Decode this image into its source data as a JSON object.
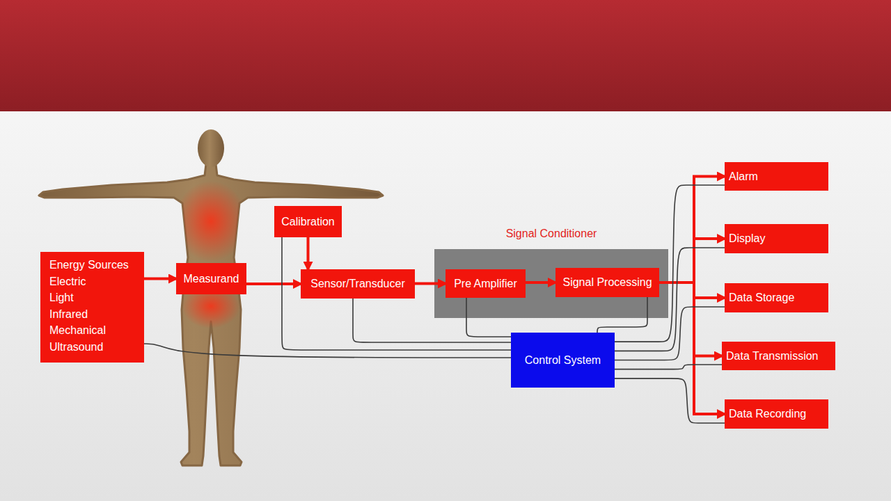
{
  "diagram": {
    "nodes": [
      {
        "text": [
          "Energy Sources",
          "Electric",
          "Light",
          "Infrared",
          "Mechanical",
          "Ultrasound"
        ]
      },
      {
        "text": [
          "Measurand"
        ]
      },
      {
        "text": [
          "Calibration"
        ]
      },
      {
        "text": [
          "Sensor/Transducer"
        ]
      },
      {
        "text": [
          "Signal Conditioner"
        ]
      },
      {
        "text": [
          "Pre Amplifier"
        ],
        "in": 4
      },
      {
        "text": [
          "Signal Processing"
        ],
        "in": 4
      },
      {
        "text": [
          "Control System"
        ]
      },
      {
        "text": [
          "Alarm"
        ]
      },
      {
        "text": [
          "Display"
        ]
      },
      {
        "text": [
          "Data Storage"
        ]
      },
      {
        "text": [
          "Data Transmission"
        ]
      },
      {
        "text": [
          "Data Recording"
        ]
      }
    ],
    "edges": [
      {
        "from": 0,
        "to": 1,
        "arrow": "to"
      },
      {
        "from": 1,
        "to": 3,
        "arrow": "to"
      },
      {
        "from": 2,
        "to": 3,
        "arrow": "to"
      },
      {
        "from": 3,
        "to": 5,
        "arrow": "to"
      },
      {
        "from": 5,
        "to": 6,
        "arrow": "to"
      },
      {
        "from": 6,
        "to": 8,
        "arrow": "to"
      },
      {
        "from": 6,
        "to": 9,
        "arrow": "to"
      },
      {
        "from": 6,
        "to": 10,
        "arrow": "to"
      },
      {
        "from": 6,
        "to": 11,
        "arrow": "to"
      },
      {
        "from": 6,
        "to": 12,
        "arrow": "to"
      },
      {
        "from": 0,
        "to": 7,
        "arrow": "none"
      },
      {
        "from": 2,
        "to": 7,
        "arrow": "none"
      },
      {
        "from": 3,
        "to": 7,
        "arrow": "none"
      },
      {
        "from": 5,
        "to": 7,
        "arrow": "none"
      },
      {
        "from": 6,
        "to": 7,
        "arrow": "none"
      },
      {
        "from": 7,
        "to": 8,
        "arrow": "none"
      },
      {
        "from": 7,
        "to": 9,
        "arrow": "none"
      },
      {
        "from": 7,
        "to": 10,
        "arrow": "none"
      },
      {
        "from": 7,
        "to": 11,
        "arrow": "none"
      },
      {
        "from": 7,
        "to": 12,
        "arrow": "none"
      }
    ]
  }
}
